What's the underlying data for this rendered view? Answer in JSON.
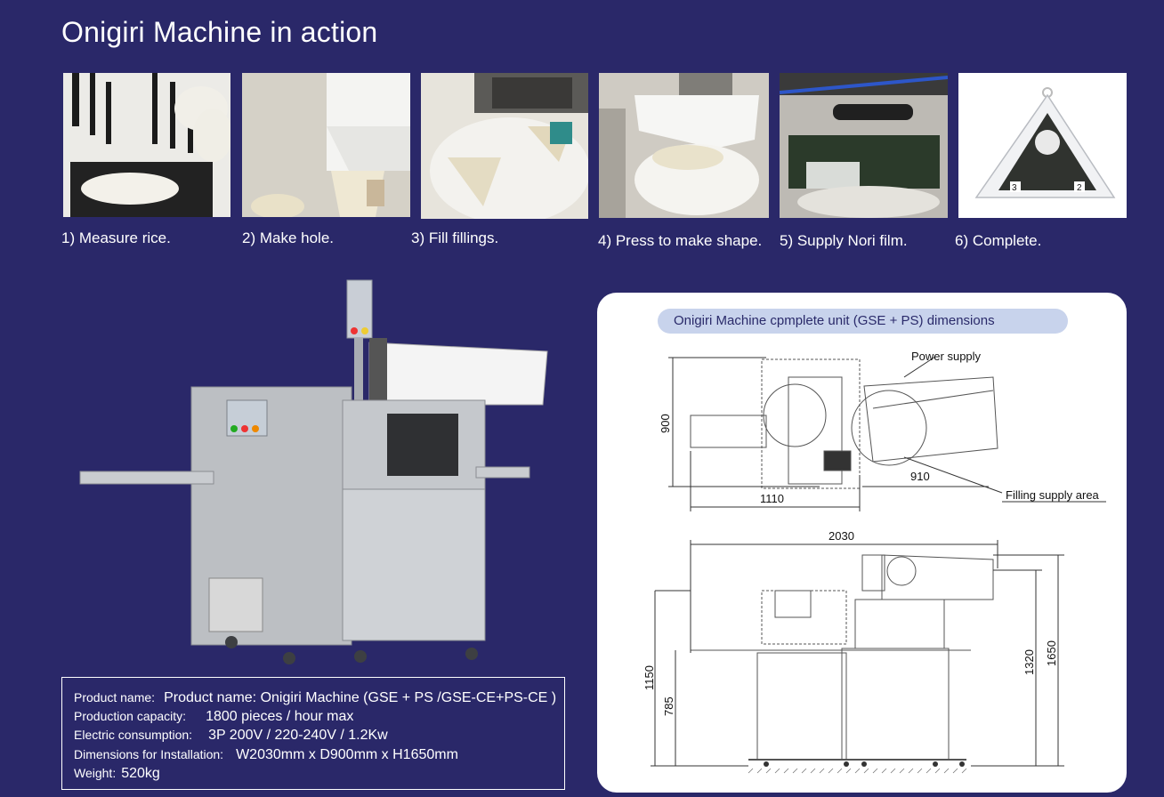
{
  "page_title": "Onigiri Machine in action",
  "steps": [
    {
      "caption": "1) Measure rice."
    },
    {
      "caption": "2) Make hole."
    },
    {
      "caption": "3) Fill fillings."
    },
    {
      "caption": "4) Press to make shape."
    },
    {
      "caption": "5) Supply Nori film."
    },
    {
      "caption": "6) Complete."
    }
  ],
  "specs": [
    {
      "label": "Product name:",
      "value": "Product name: Onigiri Machine (GSE + PS /GSE-CE+PS-CE )"
    },
    {
      "label": "Production capacity:",
      "value": "1800 pieces / hour max"
    },
    {
      "label": "Electric consumption:",
      "value": "3P 200V / 220-240V / 1.2Kw"
    },
    {
      "label": "Dimensions for Installation:",
      "value": "W2030mm x D900mm x H1650mm"
    },
    {
      "label": "Weight:",
      "value": "520kg"
    }
  ],
  "dimensions_panel": {
    "heading": "Onigiri Machine cpmplete unit (GSE + PS) dimensions",
    "top_view": {
      "power_supply": "Power supply",
      "filling_supply": "Filling supply area",
      "d_900": "900",
      "d_1110": "1110",
      "d_910": "910"
    },
    "front_view": {
      "d_2030": "2030",
      "d_1150": "1150",
      "d_785": "785",
      "d_1320": "1320",
      "d_1650": "1650"
    }
  },
  "package_label": {
    "left_num": "3",
    "right_num": "2"
  },
  "colors": {
    "background": "#2a2869",
    "pill": "#c8d3ec",
    "panel": "#ffffff"
  }
}
